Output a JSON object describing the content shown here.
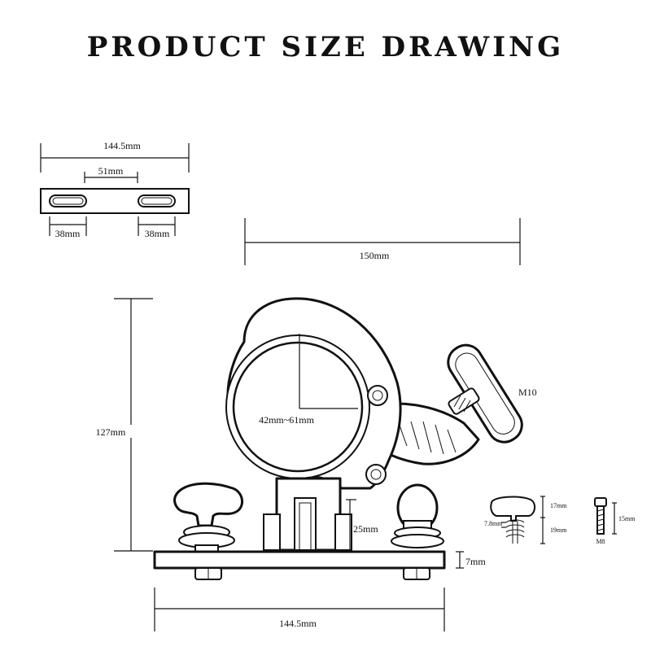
{
  "title": "PRODUCT SIZE DRAWING",
  "plate": {
    "width": "144.5mm",
    "slot_spacing": "51mm",
    "slot_left": "38mm",
    "slot_right": "38mm"
  },
  "clamp": {
    "overall_width": "150mm",
    "height": "127mm",
    "tube_range": "42mm~61mm",
    "bolt": "M10",
    "post_height": "25mm",
    "base_thickness": "7mm",
    "base_width": "144.5mm"
  },
  "knob": {
    "top": "17mm",
    "bottom": "19mm",
    "thread_dia": "7.8mm"
  },
  "screw": {
    "length": "15mm",
    "thread": "M8"
  }
}
